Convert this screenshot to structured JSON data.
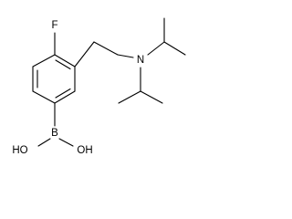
{
  "structure": {
    "atoms": {
      "F": "F",
      "N": "N",
      "B": "B",
      "OH_left": "HO",
      "OH_right": "OH"
    },
    "colors": {
      "bond": "#000000",
      "label": "#000000",
      "background": "#ffffff"
    }
  }
}
